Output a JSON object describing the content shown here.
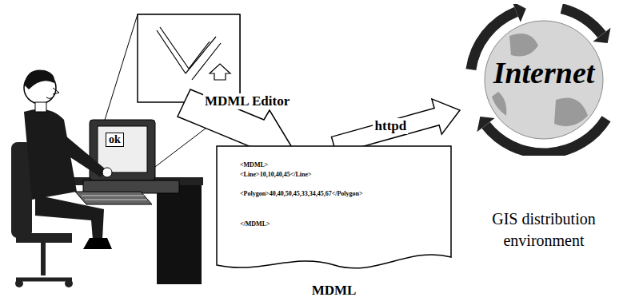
{
  "diagram": {
    "nodes": [
      {
        "text": [
          "<MDML>",
          "<Line>10,10,40,45</Line>",
          "<Polygon>40,40,50,45,33,34,45,67</Polygon>",
          "</MDML>",
          "MDML"
        ]
      },
      {
        "text": [
          "Internet",
          "GIS distribution environment"
        ]
      }
    ],
    "edges": [
      {
        "from": 0,
        "to": 1,
        "arrow": "to",
        "label": "httpd"
      }
    ],
    "labels": [
      "MDML Editor",
      "ok"
    ]
  }
}
